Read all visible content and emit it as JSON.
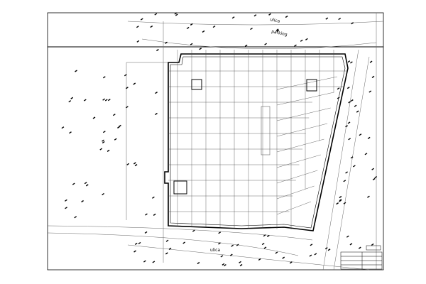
{
  "drawing": {
    "labels": {
      "street_top": "ulica",
      "parking": "parking",
      "street_bottom": "ulica"
    },
    "colors": {
      "line": "#000000",
      "thin": "#555555",
      "background": "#ffffff"
    }
  }
}
